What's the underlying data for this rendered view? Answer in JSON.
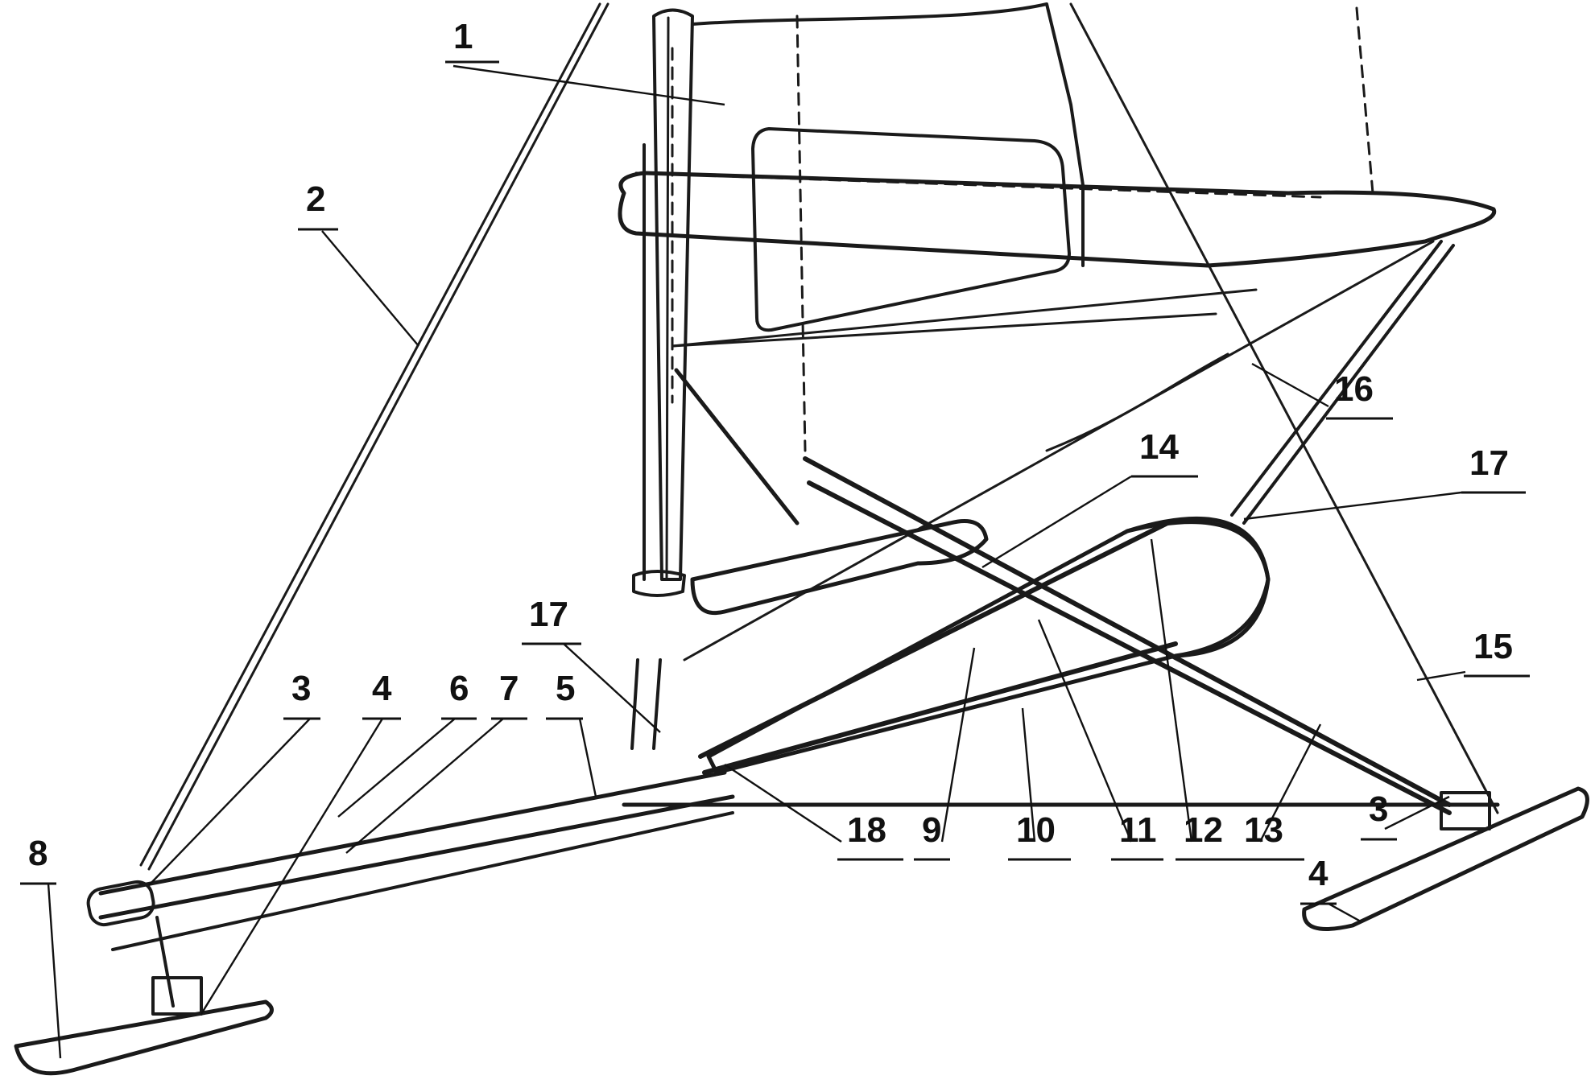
{
  "callouts": [
    {
      "id": "c1",
      "label": "1"
    },
    {
      "id": "c2",
      "label": "2"
    },
    {
      "id": "c3a",
      "label": "3"
    },
    {
      "id": "c4a",
      "label": "4"
    },
    {
      "id": "c6",
      "label": "6"
    },
    {
      "id": "c7",
      "label": "7"
    },
    {
      "id": "c5",
      "label": "5"
    },
    {
      "id": "c8",
      "label": "8"
    },
    {
      "id": "c17a",
      "label": "17"
    },
    {
      "id": "c14",
      "label": "14"
    },
    {
      "id": "c16",
      "label": "16"
    },
    {
      "id": "c17b",
      "label": "17"
    },
    {
      "id": "c15",
      "label": "15"
    },
    {
      "id": "c18",
      "label": "18"
    },
    {
      "id": "c9",
      "label": "9"
    },
    {
      "id": "c10",
      "label": "10"
    },
    {
      "id": "c11",
      "label": "11"
    },
    {
      "id": "c12",
      "label": "12"
    },
    {
      "id": "c13",
      "label": "13"
    },
    {
      "id": "c3b",
      "label": "3"
    },
    {
      "id": "c4b",
      "label": "4"
    }
  ],
  "colors": {
    "ink": "#1a1a1a",
    "paper": "#ffffff",
    "window_tint": "#8a8a8a"
  }
}
